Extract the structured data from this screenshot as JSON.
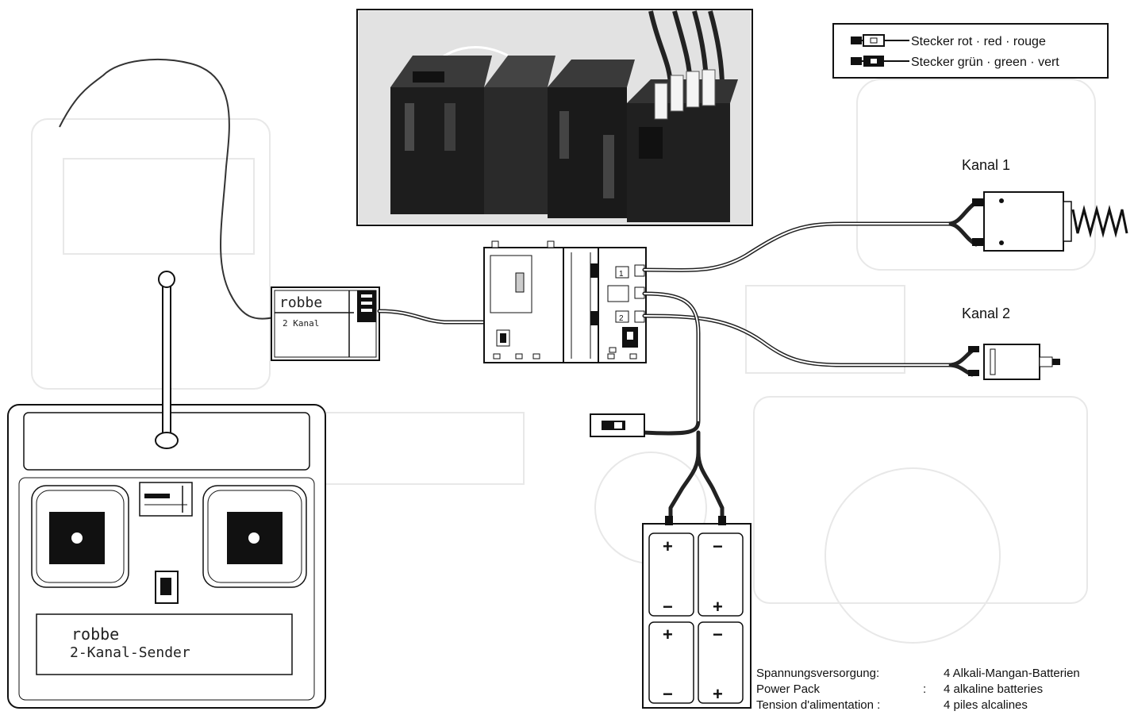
{
  "legend": {
    "red": "Stecker rot · red · rouge",
    "green": "Stecker grün · green · vert"
  },
  "channels": {
    "ch1": "Kanal 1",
    "ch2": "Kanal 2"
  },
  "receiver": {
    "brand": "robbe",
    "model": "2 Kanal"
  },
  "transmitter": {
    "brand": "robbe",
    "model": "2-Kanal-Sender"
  },
  "switch_labels": {
    "s1": "1",
    "s2": "2"
  },
  "battery": {
    "plus": "+",
    "minus": "−"
  },
  "power": {
    "rows": [
      {
        "label": "Spannungsversorgung:",
        "sep": "",
        "value": "4 Alkali-Mangan-Batterien"
      },
      {
        "label": "Power Pack",
        "sep": ":",
        "value": "4 alkaline batteries"
      },
      {
        "label": "Tension d'alimentation :",
        "sep": "",
        "value": "4 piles alcalines"
      }
    ]
  },
  "icons": {
    "red_plug": "plug-red-icon",
    "green_plug": "plug-green-icon"
  }
}
